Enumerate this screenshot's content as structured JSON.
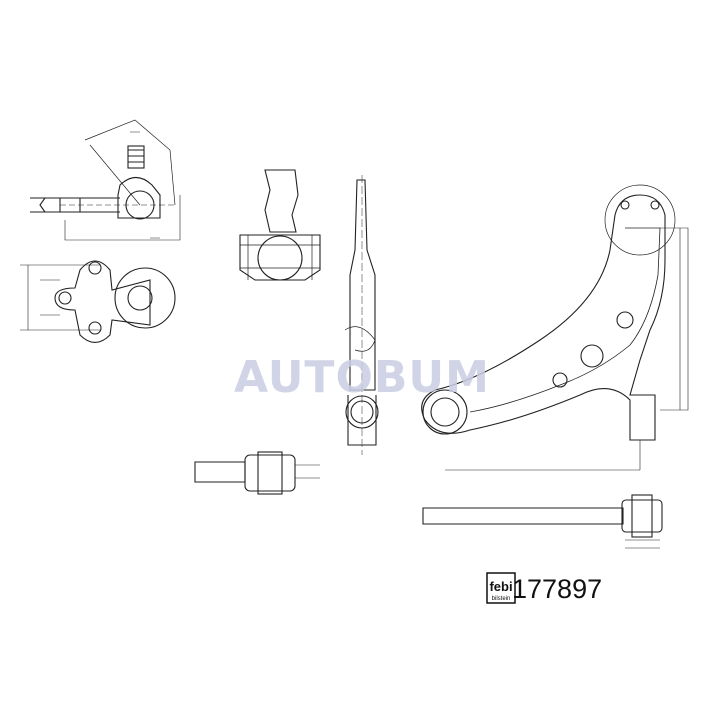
{
  "watermark": {
    "text": "AUTOBUM",
    "color": "#c9cde2"
  },
  "brand_logo": {
    "text": "febi bilstein"
  },
  "part_number": "177897",
  "colors": {
    "line": "#222222",
    "background": "#ffffff"
  }
}
